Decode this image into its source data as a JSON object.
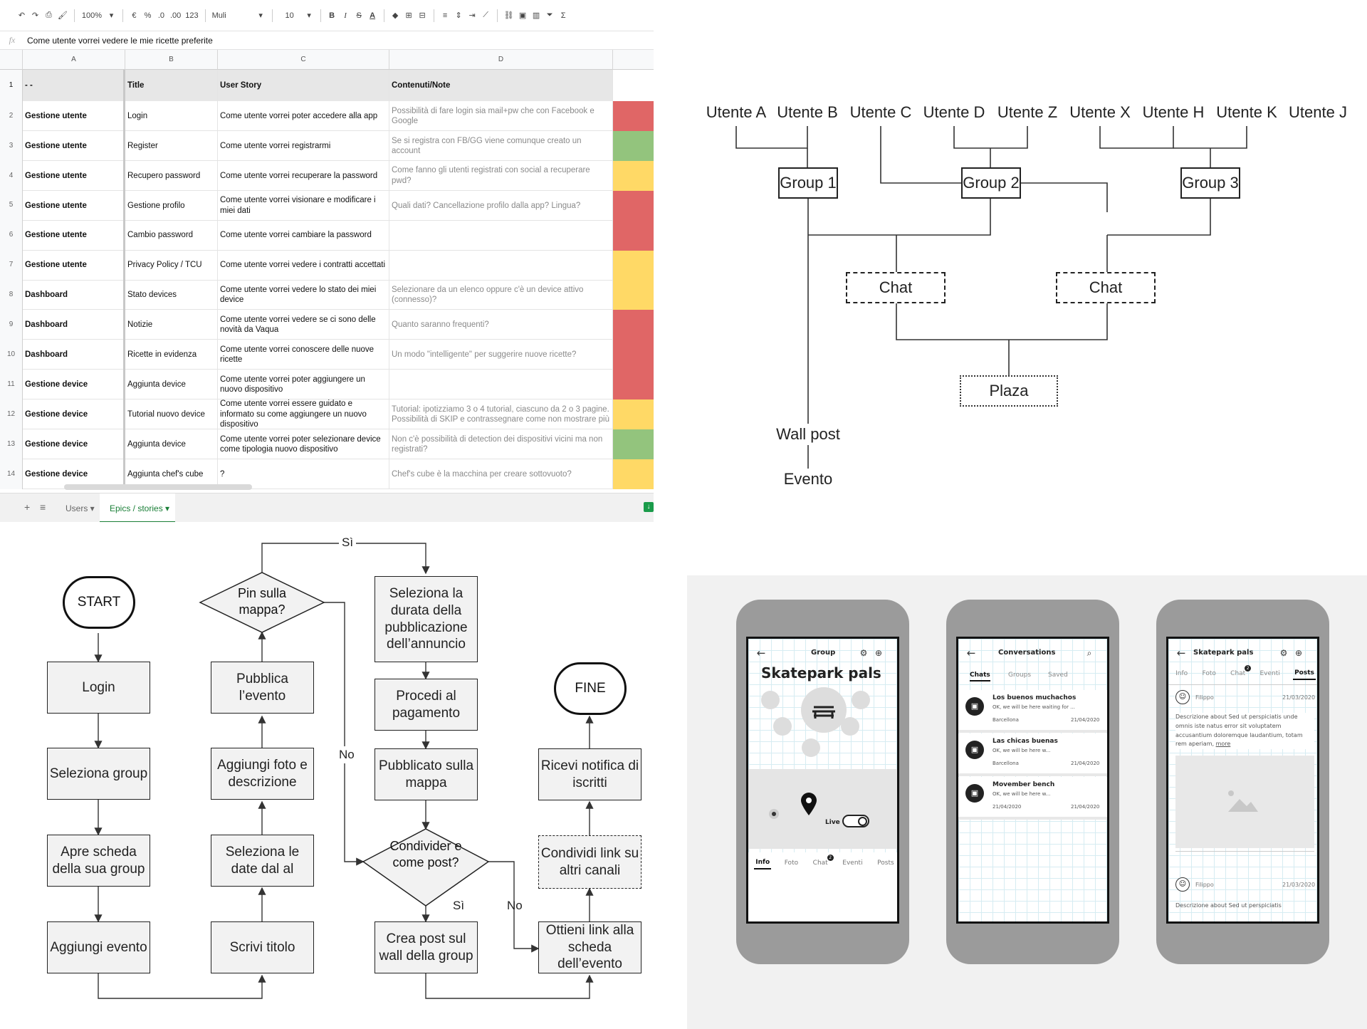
{
  "spreadsheet": {
    "toolbar": {
      "zoom": "100%",
      "currency": "€",
      "percent": "%",
      "dec_less": ".0",
      "dec_more": ".00",
      "format": "123",
      "font": "Muli",
      "font_size": "10",
      "bold": "B",
      "italic": "I",
      "strike": "S",
      "text_color": "A",
      "sum": "Σ"
    },
    "formula_icon": "fx",
    "formula_value": "Come utente vorrei vedere le mie ricette preferite",
    "columns": [
      "A",
      "B",
      "C",
      "D"
    ],
    "header_row": {
      "num": "1",
      "a": "- -",
      "b": "Title",
      "c": "User Story",
      "d": "Contenuti/Note"
    },
    "rows": [
      {
        "num": "2",
        "a": "Gestione utente",
        "b": "Login",
        "c": "Come utente vorrei poter accedere alla app",
        "d": "Possibilità di fare login sia mail+pw che con Facebook e Google",
        "status": "#e06666"
      },
      {
        "num": "3",
        "a": "Gestione utente",
        "b": "Register",
        "c": "Come utente vorrei registrarmi",
        "d": "Se si registra con FB/GG viene comunque creato un account",
        "status": "#93c47d"
      },
      {
        "num": "4",
        "a": "Gestione utente",
        "b": "Recupero password",
        "c": "Come utente vorrei recuperare la password",
        "d": "Come fanno gli utenti registrati con social a recuperare pwd?",
        "status": "#ffd966"
      },
      {
        "num": "5",
        "a": "Gestione utente",
        "b": "Gestione profilo",
        "c": "Come utente vorrei visionare e modificare i miei dati",
        "d": "Quali dati? Cancellazione profilo dalla app? Lingua?",
        "status": "#e06666"
      },
      {
        "num": "6",
        "a": "Gestione utente",
        "b": "Cambio password",
        "c": "Come utente vorrei cambiare la password",
        "d": "",
        "status": "#e06666"
      },
      {
        "num": "7",
        "a": "Gestione utente",
        "b": "Privacy Policy / TCU",
        "c": "Come utente vorrei vedere i contratti accettati",
        "d": "",
        "status": "#ffd966"
      },
      {
        "num": "8",
        "a": "Dashboard",
        "b": "Stato devices",
        "c": "Come utente vorrei vedere lo stato dei miei device",
        "d": "Selezionare da un elenco oppure c'è un device attivo (connesso)?",
        "status": "#ffd966"
      },
      {
        "num": "9",
        "a": "Dashboard",
        "b": "Notizie",
        "c": "Come utente vorrei vedere se ci sono delle novità da Vaqua",
        "d": "Quanto saranno frequenti?",
        "status": "#e06666"
      },
      {
        "num": "10",
        "a": "Dashboard",
        "b": "Ricette in evidenza",
        "c": "Come utente vorrei conoscere delle nuove ricette",
        "d": "Un modo \"intelligente\" per suggerire nuove ricette?",
        "status": "#e06666"
      },
      {
        "num": "11",
        "a": "Gestione device",
        "b": "Aggiunta device",
        "c": "Come utente vorrei poter aggiungere un nuovo dispositivo",
        "d": "",
        "status": "#e06666"
      },
      {
        "num": "12",
        "a": "Gestione device",
        "b": "Tutorial nuovo device",
        "c": "Come utente vorrei essere guidato e informato su come aggiungere un nuovo dispositivo",
        "d": "Tutorial: ipotizziamo 3 o 4 tutorial, ciascuno da 2 o 3 pagine. Possibilità di SKIP e contrassegnare come non mostrare più",
        "status": "#ffd966"
      },
      {
        "num": "13",
        "a": "Gestione device",
        "b": "Aggiunta device",
        "c": "Come utente vorrei poter selezionare device come tipologia nuovo dispositivo",
        "d": "Non c'è possibilità di detection dei dispositivi vicini ma non registrati?",
        "status": "#93c47d"
      },
      {
        "num": "14",
        "a": "Gestione device",
        "b": "Aggiunta chef's cube",
        "c": "?",
        "d": "Chef's cube è la macchina per creare sottovuoto?",
        "status": "#ffd966"
      }
    ],
    "tabs": {
      "add": "+",
      "menu": "≡",
      "users": "Users",
      "active": "Epics / stories"
    }
  },
  "hierarchy": {
    "users": [
      "Utente A",
      "Utente B",
      "Utente C",
      "Utente D",
      "Utente Z",
      "Utente X",
      "Utente H",
      "Utente K",
      "Utente J"
    ],
    "groups": [
      "Group 1",
      "Group 2",
      "Group 3"
    ],
    "chats": [
      "Chat",
      "Chat"
    ],
    "plaza": "Plaza",
    "wall_post": "Wall post",
    "evento": "Evento"
  },
  "flowchart": {
    "start": "START",
    "end": "FINE",
    "col1": [
      "Login",
      "Seleziona group",
      "Apre scheda della sua group",
      "Aggiungi evento"
    ],
    "decision_pin": "Pin sulla mappa?",
    "col2": [
      "Pubblica l’evento",
      "Aggiungi foto e descrizione",
      "Seleziona le date dal al",
      "Scrivi titolo"
    ],
    "col3": [
      "Seleziona la durata della pubblicazione dell’annuncio",
      "Procedi al pagamento",
      "Pubblicato sulla mappa"
    ],
    "decision_share": "Condivider e come post?",
    "crea_post": "Crea post sul wall della group",
    "col4": [
      "Ricevi notifica di iscritti",
      "Condividi link su altri canali",
      "Ottieni link alla scheda dell’evento"
    ],
    "labels": {
      "si_top": "Sì",
      "no_left": "No",
      "si_bottom": "Sì",
      "no_bottom": "No"
    }
  },
  "phones": {
    "group": {
      "header": "Group",
      "title": "Skatepark pals",
      "live": "Live",
      "tabs": [
        "Info",
        "Foto",
        "Chat",
        "Eventi",
        "Posts"
      ],
      "chat_badge": "2"
    },
    "conversations": {
      "header": "Conversations",
      "tabs": [
        "Chats",
        "Groups",
        "Saved"
      ],
      "items": [
        {
          "name": "Los buenos muchachos",
          "preview": "OK, we will be here waiting for ...",
          "place": "Barcellona",
          "date": "21/04/2020"
        },
        {
          "name": "Las chicas buenas",
          "preview": "OK, we will be here w...",
          "place": "Barcellona",
          "date": "21/04/2020"
        },
        {
          "name": "Movember bench",
          "preview": "OK, we will be here w...",
          "place": "21/04/2020",
          "date": "21/04/2020"
        }
      ]
    },
    "posts": {
      "header": "Skatepark pals",
      "tabs": [
        "Info",
        "Foto",
        "Chat",
        "Eventi",
        "Posts"
      ],
      "chat_badge": "2",
      "author": "Filippo",
      "date": "21/03/2020",
      "body": "Descrizione about Sed ut perspiciatis unde omnis iste natus error sit voluptatem accusantium doloremque laudantium, totam rem aperiam,",
      "more": "more",
      "author2": "Filippo",
      "date2": "21/03/2020",
      "body2": "Descrizione about Sed ut perspiciatis"
    }
  }
}
